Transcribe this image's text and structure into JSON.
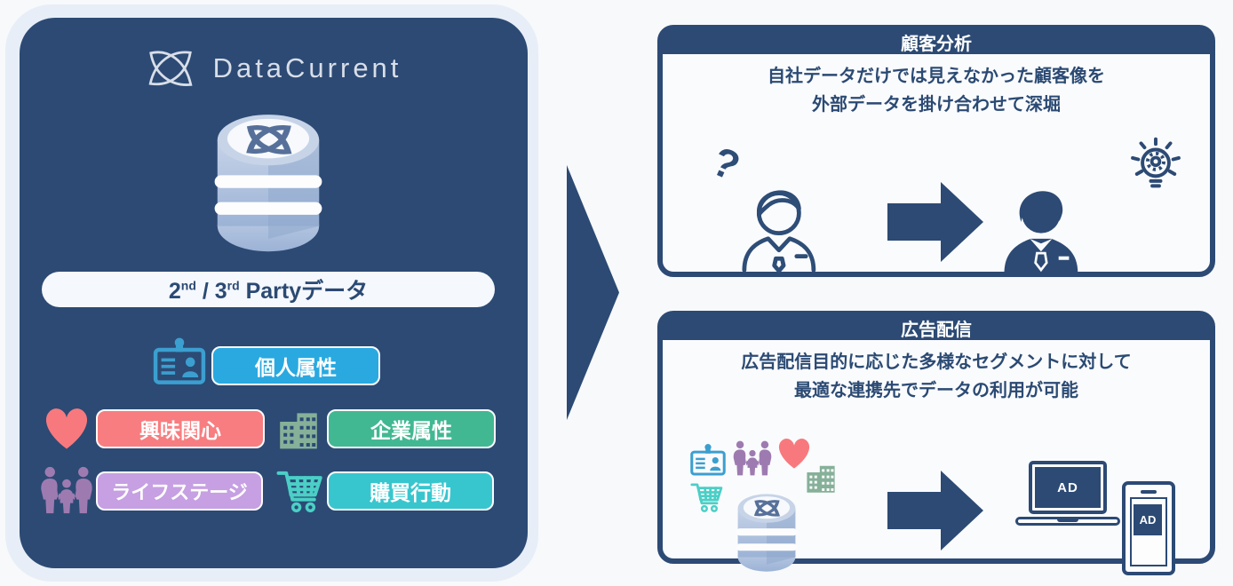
{
  "brand": {
    "name": "DataCurrent"
  },
  "left_panel": {
    "pill": {
      "num2": "2",
      "sup2": "nd",
      "sep": " / ",
      "num3": "3",
      "sup3": "rd",
      "tail": " Partyデータ"
    },
    "chips": [
      {
        "label": "個人属性",
        "color": "#29a9e0",
        "icon": "id-card-icon",
        "icon_color": "#3b9fd0"
      },
      {
        "label": "興味関心",
        "color": "#f87d80",
        "icon": "heart-icon",
        "icon_color": "#f8797d"
      },
      {
        "label": "企業属性",
        "color": "#42b892",
        "icon": "building-icon",
        "icon_color": "#86b098"
      },
      {
        "label": "ライフステージ",
        "color": "#c6a0e2",
        "icon": "family-icon",
        "icon_color": "#9d7bb0"
      },
      {
        "label": "購買行動",
        "color": "#38c6ce",
        "icon": "cart-icon",
        "icon_color": "#4bcfc6"
      }
    ]
  },
  "customer_analysis": {
    "title": "顧客分析",
    "line1": "自社データだけでは見えなかった顧客像を",
    "line2": "外部データを掛け合わせて深堀",
    "question_mark": "?"
  },
  "ad_delivery": {
    "title": "広告配信",
    "line1": "広告配信目的に応じた多様なセグメントに対して",
    "line2": "最適な連携先でデータの利用が可能",
    "laptop_ad": "AD",
    "phone_ad": "AD"
  },
  "colors": {
    "navy": "#2c4a74",
    "page_bg": "#f7f9fb",
    "halo": "#e7eef7",
    "panel_body": "#fafbfd",
    "pill_bg": "#f5f8fc",
    "logo_gray": "#d8dee9"
  }
}
